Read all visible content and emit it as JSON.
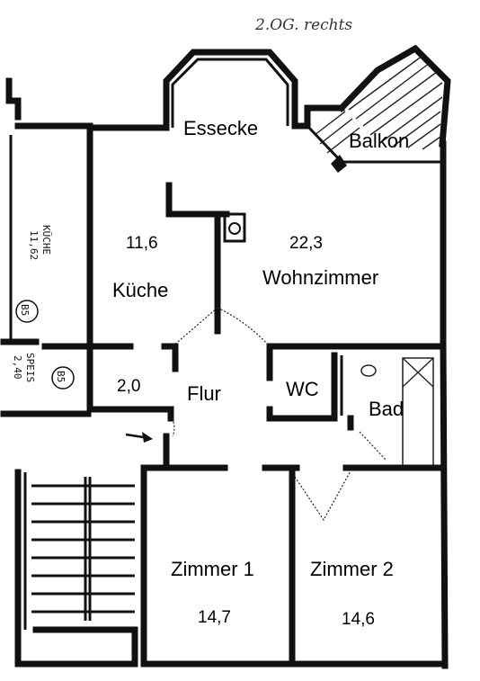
{
  "note": "2.OG. rechts",
  "rooms": {
    "essecke": "Essecke",
    "balkon": "Balkon",
    "kueche": "Küche",
    "kueche_area": "11,6",
    "wohnzimmer": "Wohnzimmer",
    "wohnzimmer_area": "22,3",
    "abstell_area": "2,0",
    "flur": "Flur",
    "wc": "WC",
    "bad": "Bad",
    "zimmer1": "Zimmer 1",
    "zimmer1_area": "14,7",
    "zimmer2": "Zimmer 2",
    "zimmer2_area": "14,6"
  },
  "side_labels": {
    "kueche_side": "KÜCHE",
    "kueche_side_num": "11,62",
    "speis": "SPEIS",
    "speis_num": "2,40",
    "badge": "B5"
  }
}
